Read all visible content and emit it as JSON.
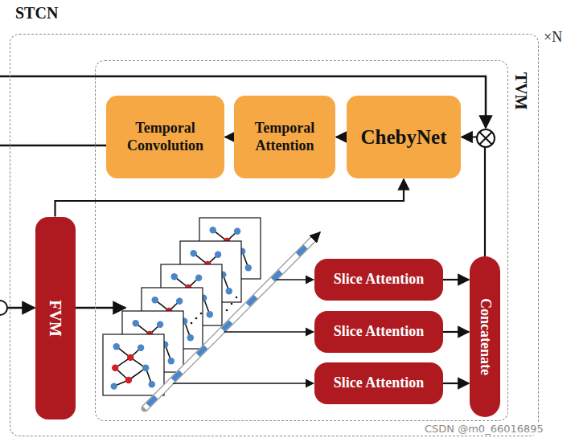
{
  "diagram": {
    "nodes": [
      {
        "text": [
          "STCN"
        ]
      },
      {
        "text": [
          "TVM"
        ],
        "in": 0
      },
      {
        "text": [
          "FVM"
        ],
        "in": 0
      },
      {
        "text": [
          "Temporal Convolution"
        ],
        "in": 1
      },
      {
        "text": [
          "Temporal Attention"
        ],
        "in": 1
      },
      {
        "text": [
          "ChebyNet"
        ],
        "in": 1
      },
      {
        "text": [
          "Slice Attention"
        ],
        "in": 1
      },
      {
        "text": [
          "Slice Attention"
        ],
        "in": 1
      },
      {
        "text": [
          "Slice Attention"
        ],
        "in": 1
      },
      {
        "text": [
          "Concatenate"
        ],
        "in": 1
      }
    ],
    "edges": [
      {
        "from": 5,
        "to": 4,
        "arrow": "to"
      },
      {
        "from": 4,
        "to": 3,
        "arrow": "to"
      },
      {
        "from": 2,
        "to": 5,
        "arrow": "to"
      },
      {
        "from": 6,
        "to": 9,
        "arrow": "to"
      },
      {
        "from": 7,
        "to": 9,
        "arrow": "to"
      },
      {
        "from": 8,
        "to": 9,
        "arrow": "to"
      },
      {
        "from": 9,
        "to": 5,
        "arrow": "to"
      }
    ],
    "labels": [
      "×N",
      "CSDN @m0_66016895"
    ]
  }
}
